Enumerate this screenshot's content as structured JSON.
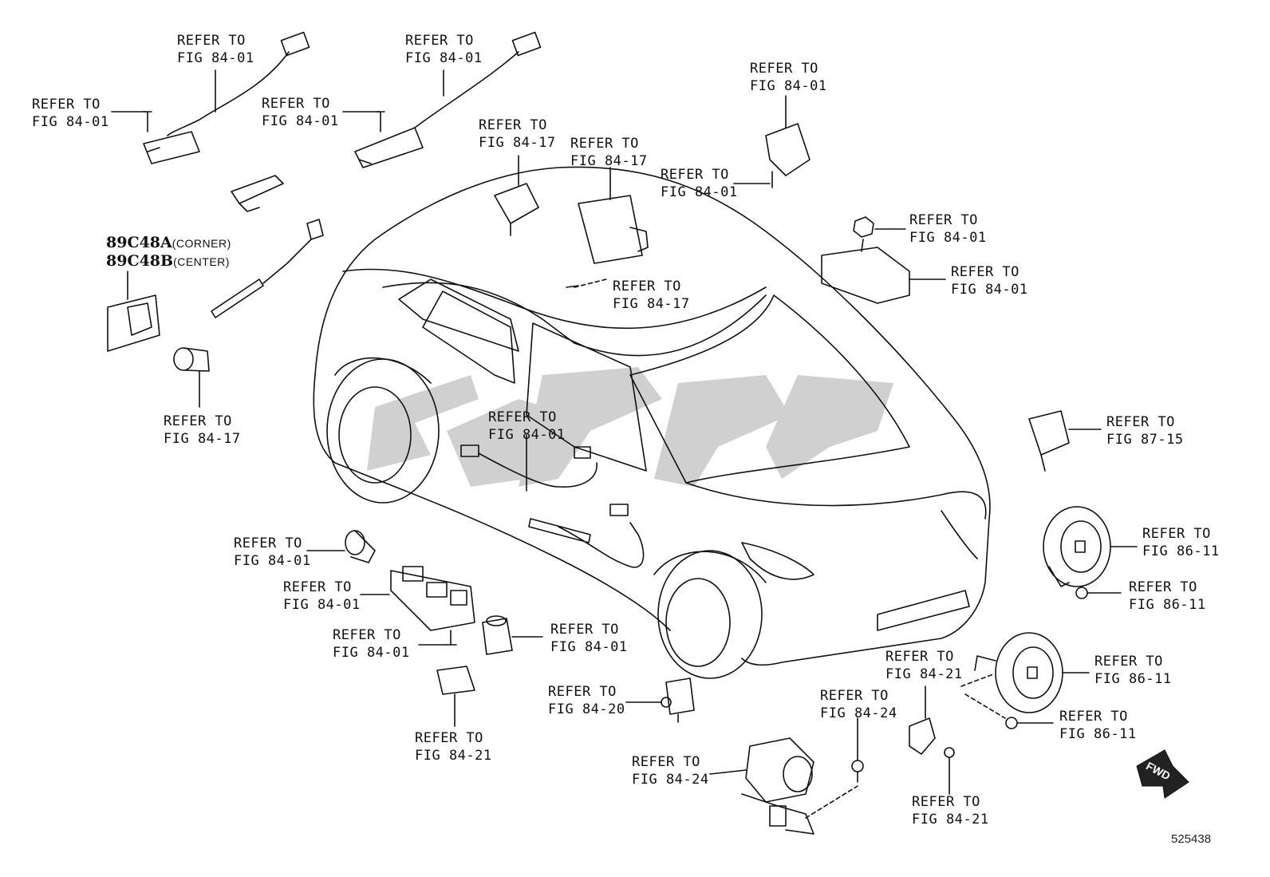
{
  "part_numbers": {
    "line1": "89C48A",
    "line1_note": "(CORNER)",
    "line2": "89C48B",
    "line2_note": "(CENTER)"
  },
  "callouts": [
    {
      "id": "sensor-wire-left-ref",
      "l1": "REFER TO",
      "l2": "FIG 84-01"
    },
    {
      "id": "screw-left-ref",
      "l1": "REFER TO",
      "l2": "FIG 84-01"
    },
    {
      "id": "sensor-wire-mid-ref",
      "l1": "REFER TO",
      "l2": "FIG 84-01"
    },
    {
      "id": "screw-mid-ref",
      "l1": "REFER TO",
      "l2": "FIG 84-01"
    },
    {
      "id": "sensor-block-ref",
      "l1": "REFER TO",
      "l2": "FIG 84-17"
    },
    {
      "id": "ecu-ref",
      "l1": "REFER TO",
      "l2": "FIG 84-17"
    },
    {
      "id": "ecu-screw-ref",
      "l1": "REFER TO",
      "l2": "FIG 84-17"
    },
    {
      "id": "relay-top-ref",
      "l1": "REFER TO",
      "l2": "FIG 84-01"
    },
    {
      "id": "relay-screw-ref",
      "l1": "REFER TO",
      "l2": "FIG 84-01"
    },
    {
      "id": "nut-ref",
      "l1": "REFER TO",
      "l2": "FIG 84-01"
    },
    {
      "id": "bracket-block-ref",
      "l1": "REFER TO",
      "l2": "FIG 84-01"
    },
    {
      "id": "parking-sensor-ref",
      "l1": "REFER TO",
      "l2": "FIG 84-17"
    },
    {
      "id": "door-wire-ref",
      "l1": "REFER TO",
      "l2": "FIG 84-01"
    },
    {
      "id": "sensor-right-ref",
      "l1": "REFER TO",
      "l2": "FIG 87-15"
    },
    {
      "id": "horn-upper-ref",
      "l1": "REFER TO",
      "l2": "FIG 86-11"
    },
    {
      "id": "horn-upper-bolt-ref",
      "l1": "REFER TO",
      "l2": "FIG 86-11"
    },
    {
      "id": "horn-lower-ref",
      "l1": "REFER TO",
      "l2": "FIG 86-11"
    },
    {
      "id": "horn-lower-bolt-ref",
      "l1": "REFER TO",
      "l2": "FIG 86-11"
    },
    {
      "id": "small-switch-ref",
      "l1": "REFER TO",
      "l2": "FIG 84-01"
    },
    {
      "id": "window-switch-ref",
      "l1": "REFER TO",
      "l2": "FIG 84-01"
    },
    {
      "id": "switch-screw-ref",
      "l1": "REFER TO",
      "l2": "FIG 84-01"
    },
    {
      "id": "switch-right-ref",
      "l1": "REFER TO",
      "l2": "FIG 84-01"
    },
    {
      "id": "cap-ref",
      "l1": "REFER TO",
      "l2": "FIG 84-21"
    },
    {
      "id": "module-ref",
      "l1": "REFER TO",
      "l2": "FIG 84-20"
    },
    {
      "id": "buzzer-ref",
      "l1": "REFER TO",
      "l2": "FIG 84-24"
    },
    {
      "id": "buzzer-bolt-ref",
      "l1": "REFER TO",
      "l2": "FIG 84-24"
    },
    {
      "id": "clip-ref",
      "l1": "REFER TO",
      "l2": "FIG 84-21"
    },
    {
      "id": "clip-bolt-ref",
      "l1": "REFER TO",
      "l2": "FIG 84-21"
    }
  ],
  "fwd_label": "FWD",
  "diagram_id": "525438"
}
